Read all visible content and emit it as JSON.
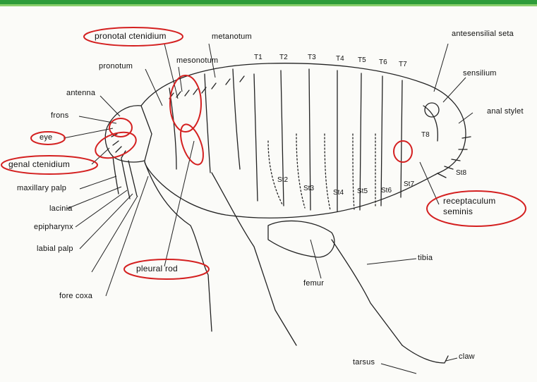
{
  "colors": {
    "frame_top": "#2e9c3a",
    "frame_stripe": "#8bcf6c",
    "highlight": "#d42020",
    "ink": "#222222"
  },
  "labels": {
    "pronotal_ctenidium": "pronotal ctenidium",
    "metanotum": "metanotum",
    "antesensilial_seta": "antesensilial seta",
    "mesonotum": "mesonotum",
    "pronotum": "pronotum",
    "sensilium": "sensilium",
    "antenna": "antenna",
    "anal_stylet": "anal stylet",
    "frons": "frons",
    "eye": "eye",
    "genal_ctenidium": "genal ctenidium",
    "maxillary_palp": "maxillary palp",
    "lacinia": "lacinia",
    "epipharynx": "epipharynx",
    "labial_palp": "labial palp",
    "pleural_rod": "pleural rod",
    "fore_coxa": "fore coxa",
    "femur": "femur",
    "tibia": "tibia",
    "tarsus": "tarsus",
    "claw": "claw",
    "receptaculum_seminis": "receptaculum seminis",
    "receptaculum_line1": "receptaculum",
    "receptaculum_line2": "seminis"
  },
  "tergites": [
    "T1",
    "T2",
    "T3",
    "T4",
    "T5",
    "T6",
    "T7",
    "T8"
  ],
  "sternites": [
    "St2",
    "St3",
    "St4",
    "St5",
    "St6",
    "St7",
    "St8"
  ]
}
